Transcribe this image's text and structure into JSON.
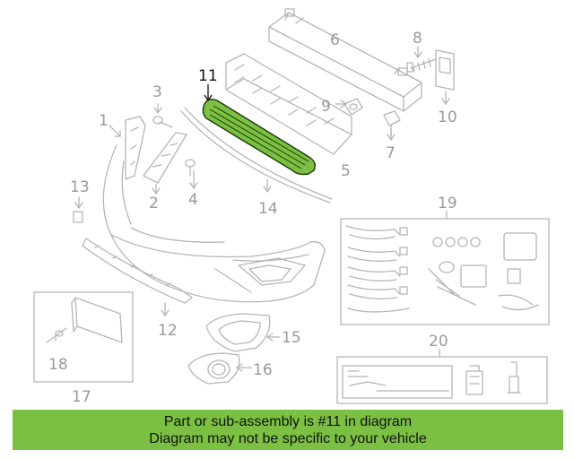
{
  "diagram": {
    "highlight_color": "#7bc043",
    "highlighted_part": "11",
    "callouts": {
      "p1": "1",
      "p2": "2",
      "p3": "3",
      "p4": "4",
      "p5": "5",
      "p6": "6",
      "p7": "7",
      "p8": "8",
      "p9": "9",
      "p10": "10",
      "p11": "11",
      "p12": "12",
      "p13": "13",
      "p14": "14",
      "p15": "15",
      "p16": "16",
      "p17": "17",
      "p18": "18",
      "p19": "19",
      "p20": "20"
    }
  },
  "banner": {
    "line1": "Part or sub-assembly is #11 in diagram",
    "line2": "Diagram may not be specific to your vehicle",
    "background": "#7bc043"
  }
}
